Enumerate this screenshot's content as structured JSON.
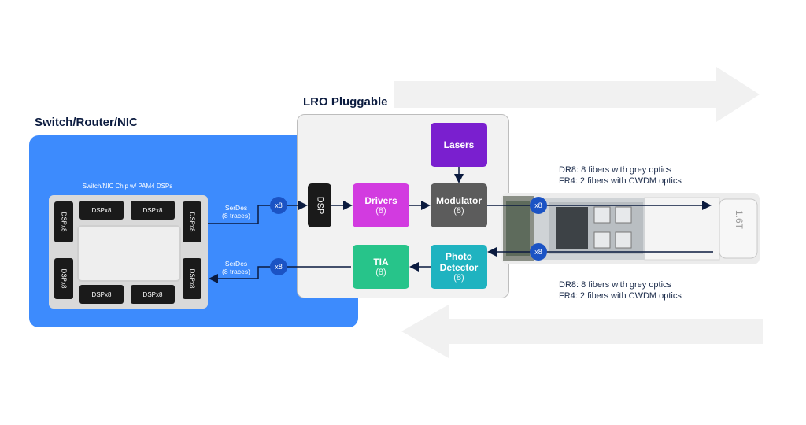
{
  "switch": {
    "title": "Switch/Router/NIC",
    "chip_caption": "Switch/NIC Chip w/ PAM4 DSPs",
    "dsp_label": "DSPx8",
    "serdes_top": [
      "SerDes",
      "(8 traces)"
    ],
    "serdes_bottom": [
      "SerDes",
      "(8 traces)"
    ]
  },
  "lro": {
    "title": "LRO Pluggable",
    "dsp": "DSP",
    "drivers": {
      "title": "Drivers",
      "count": "(8)"
    },
    "modulator": {
      "title": "Modulator",
      "count": "(8)"
    },
    "lasers": {
      "title": "Lasers"
    },
    "tia": {
      "title": "TIA",
      "count": "(8)"
    },
    "photo": {
      "title_line1": "Photo",
      "title_line2": "Detector",
      "count": "(8)"
    }
  },
  "badges": {
    "x8": "x8"
  },
  "module": {
    "label": "1.6T"
  },
  "optics_top": [
    "DR8: 8 fibers with grey optics",
    "FR4: 2 fibers with CWDM optics"
  ],
  "optics_bottom": [
    "DR8: 8 fibers with grey optics",
    "FR4: 2 fibers with CWDM optics"
  ],
  "colors": {
    "panel_blue": "#3d8bfd",
    "dark_navy": "#0b1b3f",
    "badge_blue": "#1b53c4",
    "drivers": "#d23be0",
    "lasers": "#7a1fcf",
    "modulator": "#5c5c5c",
    "tia": "#27c48a",
    "photo_detector": "#1fb3c0"
  }
}
